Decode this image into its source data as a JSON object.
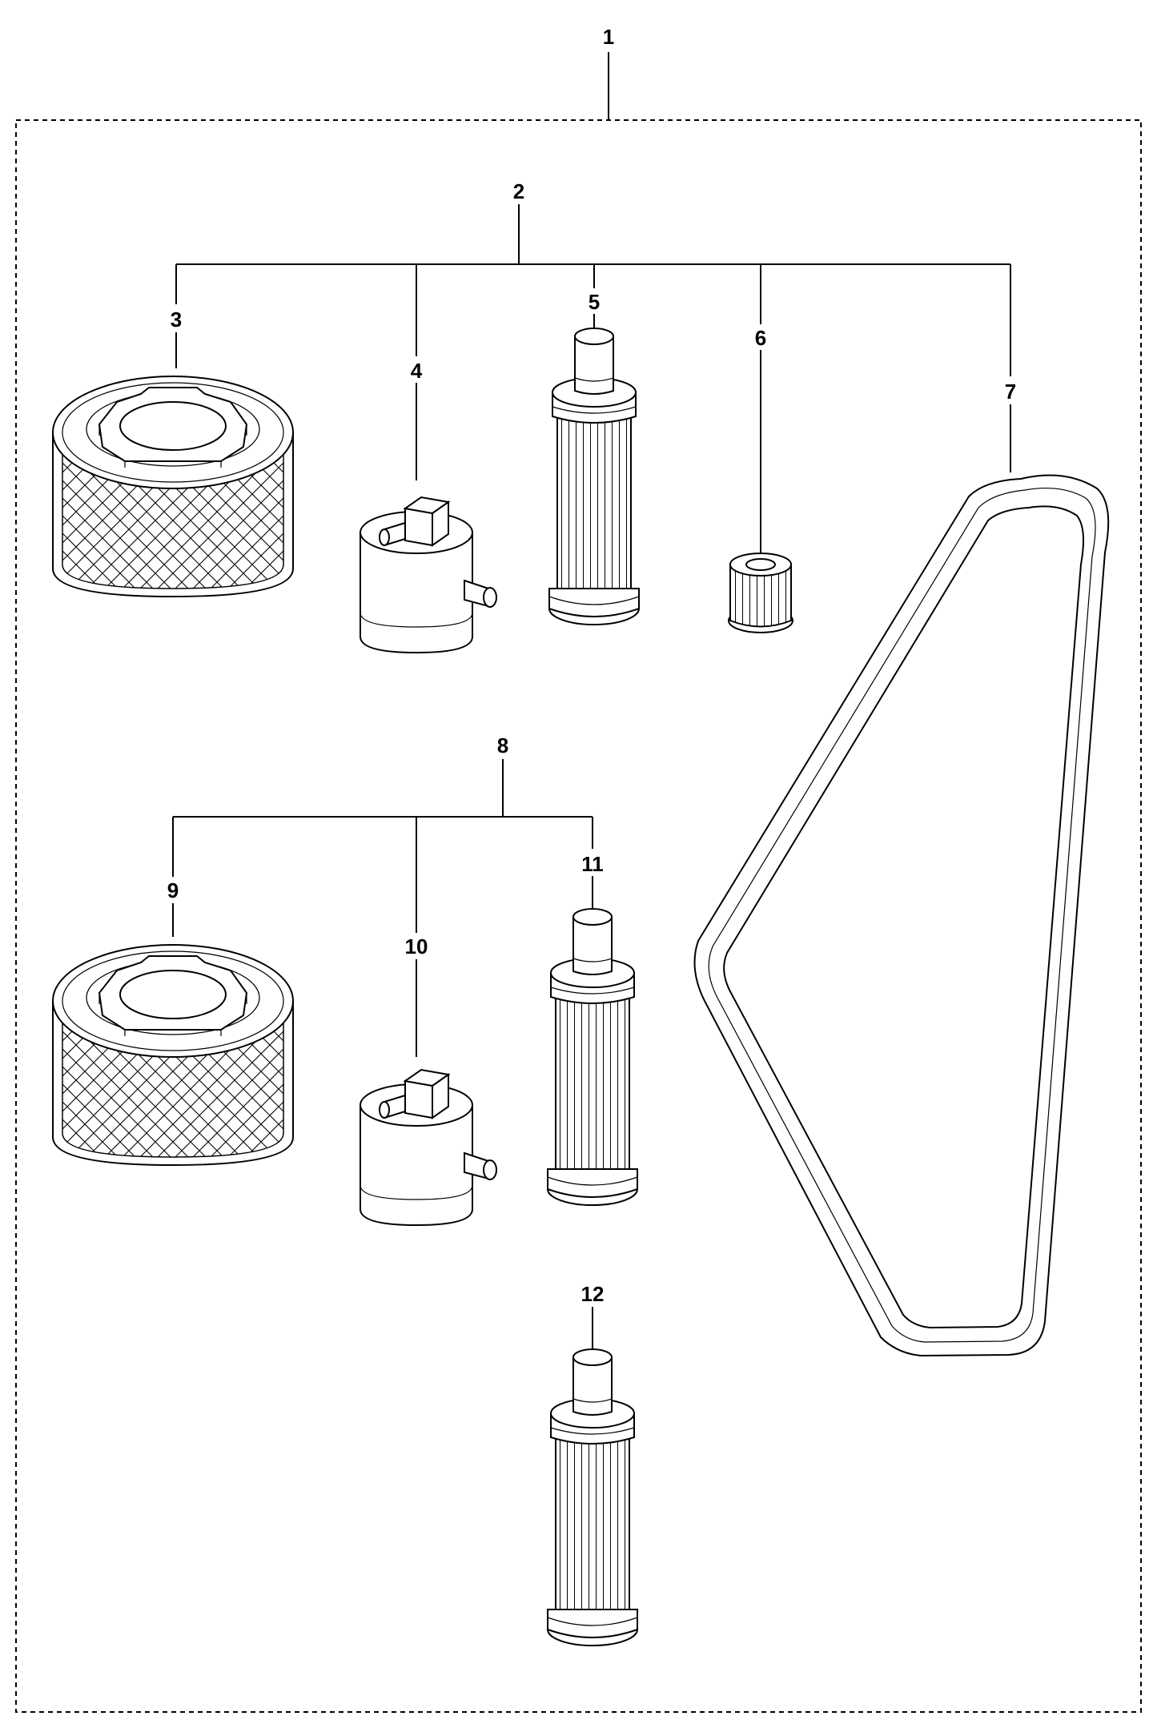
{
  "callouts": {
    "c1": "1",
    "c2": "2",
    "c3": "3",
    "c4": "4",
    "c5": "5",
    "c6": "6",
    "c7": "7",
    "c8": "8",
    "c9": "9",
    "c10": "10",
    "c11": "11",
    "c12": "12"
  },
  "parts": [
    {
      "callout": "3",
      "icon": "air-filter-cartridge-icon"
    },
    {
      "callout": "4",
      "icon": "fuel-filter-housing-icon"
    },
    {
      "callout": "5",
      "icon": "pleated-filter-element-icon"
    },
    {
      "callout": "6",
      "icon": "small-filter-insert-icon"
    },
    {
      "callout": "7",
      "icon": "drive-belt-icon"
    },
    {
      "callout": "9",
      "icon": "air-filter-cartridge-icon"
    },
    {
      "callout": "10",
      "icon": "fuel-filter-housing-icon"
    },
    {
      "callout": "11",
      "icon": "pleated-filter-element-icon"
    },
    {
      "callout": "12",
      "icon": "pleated-filter-element-icon"
    }
  ],
  "colors": {
    "line": "#000000",
    "background": "#ffffff"
  }
}
